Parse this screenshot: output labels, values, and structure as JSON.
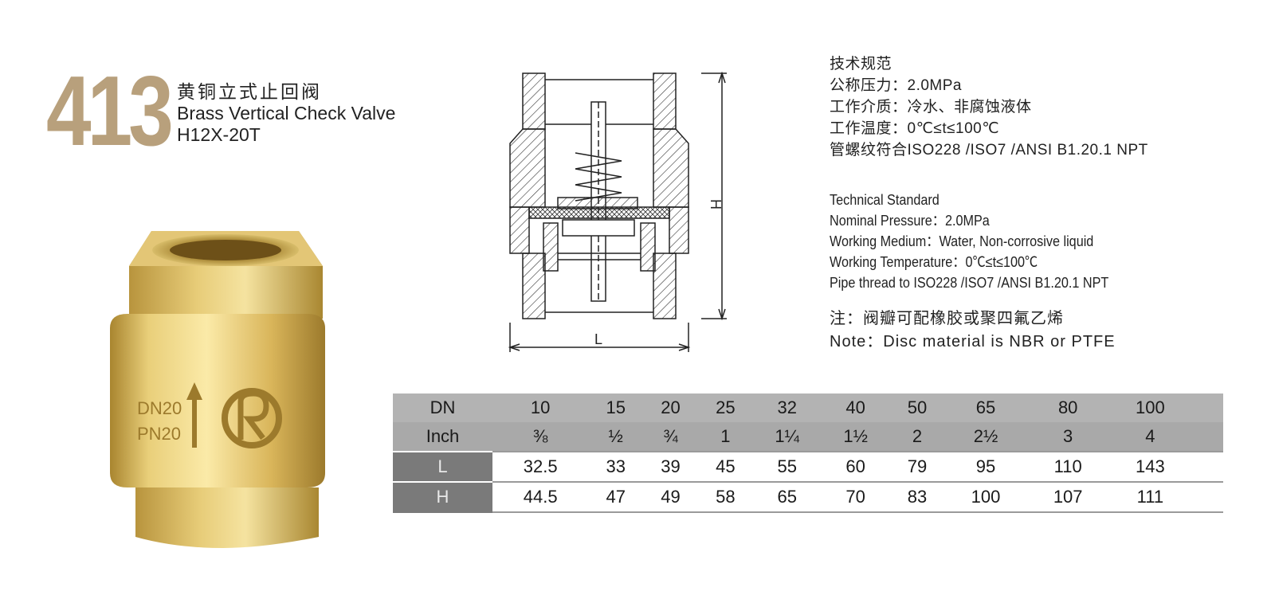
{
  "product": {
    "model_number": "413",
    "name_cn": "黄铜立式止回阀",
    "name_en": "Brass Vertical Check Valve",
    "code": "H12X-20T"
  },
  "photo": {
    "marking_dn": "DN20",
    "marking_pn": "PN20",
    "colors": {
      "brass_light": "#f0d98a",
      "brass_mid": "#d4b056",
      "brass_dark": "#9c7a2c"
    }
  },
  "diagram": {
    "label_height": "H",
    "label_length": "L"
  },
  "spec_cn": {
    "heading": "技术规范",
    "pressure": "公称压力：2.0MPa",
    "medium": "工作介质：冷水、非腐蚀液体",
    "temperature": "工作温度：0℃≤t≤100℃",
    "thread": "管螺纹符合ISO228 /ISO7 /ANSI B1.20.1 NPT"
  },
  "spec_en": {
    "heading": "Technical Standard",
    "pressure": "Nominal Pressure：2.0MPa",
    "medium": "Working Medium：Water, Non-corrosive liquid",
    "temperature": "Working Temperature：0℃≤t≤100℃",
    "thread": "Pipe thread to ISO228 /ISO7 /ANSI B1.20.1 NPT"
  },
  "note": {
    "cn": "注：阀瓣可配橡胶或聚四氟乙烯",
    "en": "Note：Disc material  is NBR or PTFE"
  },
  "table": {
    "dn_label": "DN",
    "inch_label": "Inch",
    "l_label": "L",
    "h_label": "H",
    "dn": [
      "10",
      "15",
      "20",
      "25",
      "32",
      "40",
      "50",
      "65",
      "80",
      "100"
    ],
    "inch": [
      "⅜",
      "½",
      "¾",
      "1",
      "1¼",
      "1½",
      "2",
      "2½",
      "3",
      "4"
    ],
    "l": [
      "32.5",
      "33",
      "39",
      "45",
      "55",
      "60",
      "79",
      "95",
      "110",
      "143"
    ],
    "h": [
      "44.5",
      "47",
      "49",
      "58",
      "65",
      "70",
      "83",
      "100",
      "107",
      "111"
    ]
  }
}
